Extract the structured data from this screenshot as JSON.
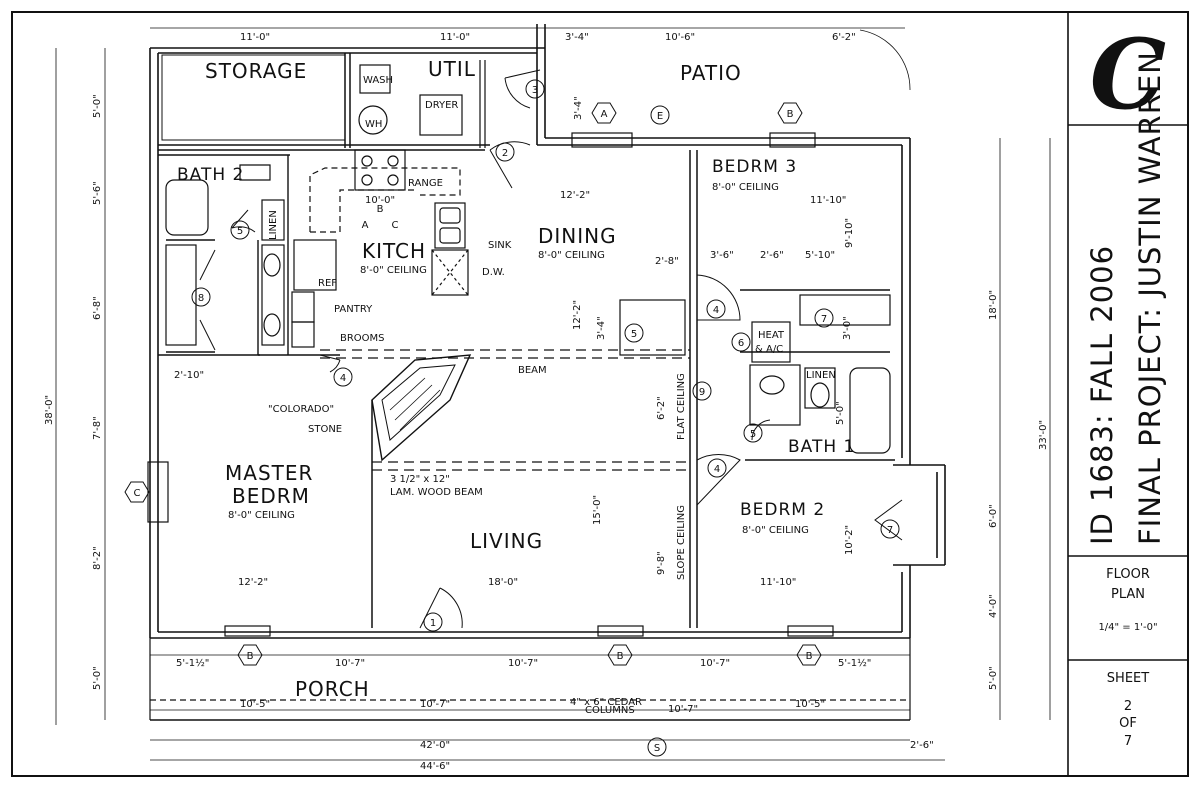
{
  "colors": {
    "ink": "#111111",
    "paper": "#ffffff"
  },
  "rooms": {
    "storage": "STORAGE",
    "util": "UTIL",
    "patio": "PATIO",
    "bath2": "BATH 2",
    "kitch": "KITCH",
    "kitch_ceiling": "8'-0\" CEILING",
    "dining": "DINING",
    "dining_ceiling": "8'-0\" CEILING",
    "bedrm3": "BEDRM 3",
    "bedrm3_ceiling": "8'-0\" CEILING",
    "master_line1": "MASTER",
    "master_line2": "BEDRM",
    "master_ceiling": "8'-0\" CEILING",
    "living": "LIVING",
    "bath1": "BATH 1",
    "bedrm2": "BEDRM 2",
    "bedrm2_ceiling": "8'-0\" CEILING",
    "porch": "PORCH"
  },
  "labels": {
    "wash": "WASH",
    "wh": "WH",
    "dryer": "DRYER",
    "range": "RANGE",
    "sink": "SINK",
    "dw": "D.W.",
    "ref": "REF",
    "pantry": "PANTRY",
    "brooms": "BROOMS",
    "linen_left": "LINEN",
    "linen_bath": "LINEN",
    "heat_line1": "HEAT",
    "heat_line2": "& A/C",
    "beam": "BEAM",
    "colorado": "\"COLORADO\"",
    "stone": "STONE",
    "lam_line1": "3 1/2\" x 12\"",
    "lam_line2": "LAM. WOOD BEAM",
    "flat_ceiling": "FLAT CEILING",
    "slope_ceiling": "SLOPE CEILING",
    "cedar_line1": "4\" x 6\" CEDAR",
    "cedar_line2": "COLUMNS"
  },
  "dimensions": {
    "top_11_a": "11'-0\"",
    "top_11_b": "11'-0\"",
    "top_3_4": "3'-4\"",
    "top_10_6": "10'-6\"",
    "top_6_2": "6'-2\"",
    "left_5_0": "5'-0\"",
    "left_5_6": "5'-6\"",
    "left_6_8": "6'-8\"",
    "left_7_8": "7'-8\"",
    "left_8_2": "8'-2\"",
    "left_5_0_b": "5'-0\"",
    "left_38_0": "38'-0\"",
    "right_18_0": "18'-0\"",
    "right_33_0": "33'-0\"",
    "right_6_0": "6'-0\"",
    "right_4_0": "4'-0\"",
    "right_5_0": "5'-0\"",
    "kitch_10_0": "10'-0\"",
    "dining_12_2": "12'-2\"",
    "bed3_11_10": "11'-10\"",
    "bed3_9_10": "9'-10\"",
    "dim_3_6": "3'-6\"",
    "dim_2_6": "2'-6\"",
    "dim_5_10": "5'-10\"",
    "dim_2_8": "2'-8\"",
    "dim_12_2_v": "12'-2\"",
    "dim_3_4_v": "3'-4\"",
    "dim_3_4_util": "3'-4\"",
    "dim_3_0": "3'-0\"",
    "dim_5_0_bath": "5'-0\"",
    "dim_6_2_v": "6'-2\"",
    "dim_15_0_v": "15'-0\"",
    "dim_9_8_v": "9'-8\"",
    "dim_10_2_v": "10'-2\"",
    "dim_2_10": "2'-10\"",
    "master_12_2": "12'-2\"",
    "living_18_0": "18'-0\"",
    "bed2_11_10": "11'-10\"",
    "porch_5_1_5": "5'-1½\"",
    "porch_10_7_a": "10'-7\"",
    "porch_10_7_b": "10'-7\"",
    "porch_10_7_c": "10'-7\"",
    "porch_5_1_5_b": "5'-1½\"",
    "porch_10_5_a": "10'-5\"",
    "porch_10_7_d": "10'-7\"",
    "porch_10_7_e": "10'-7\"",
    "porch_10_5_b": "10'-5\"",
    "overall_42_0": "42'-0\"",
    "overall_44_6": "44'-6\"",
    "overall_2_6": "2'-6\""
  },
  "tags": {
    "door_1": "1",
    "door_2": "2",
    "door_3": "3",
    "door_4a": "4",
    "door_4b": "4",
    "door_4c": "4",
    "door_5a": "5",
    "door_5b": "5",
    "door_5c": "5",
    "door_6": "6",
    "door_7a": "7",
    "door_7b": "7",
    "door_8": "8",
    "door_9": "9",
    "win_a": "A",
    "win_b_top": "B",
    "win_b1": "B",
    "win_b2": "B",
    "win_b3": "B",
    "win_c": "C",
    "kitch_a": "A",
    "kitch_b": "B",
    "kitch_c": "C",
    "elev_e": "E",
    "elev_s": "S"
  },
  "title_block": {
    "logo_glyph": "C",
    "line1": "ID 1683: FALL 2006",
    "line2": "FINAL PROJECT: JUSTIN WARREN",
    "sheet_title_1": "FLOOR",
    "sheet_title_2": "PLAN",
    "scale": "1/4\" = 1'-0\"",
    "sheet_label": "SHEET",
    "sheet_no": "2",
    "sheet_of": "OF",
    "sheet_total": "7"
  }
}
